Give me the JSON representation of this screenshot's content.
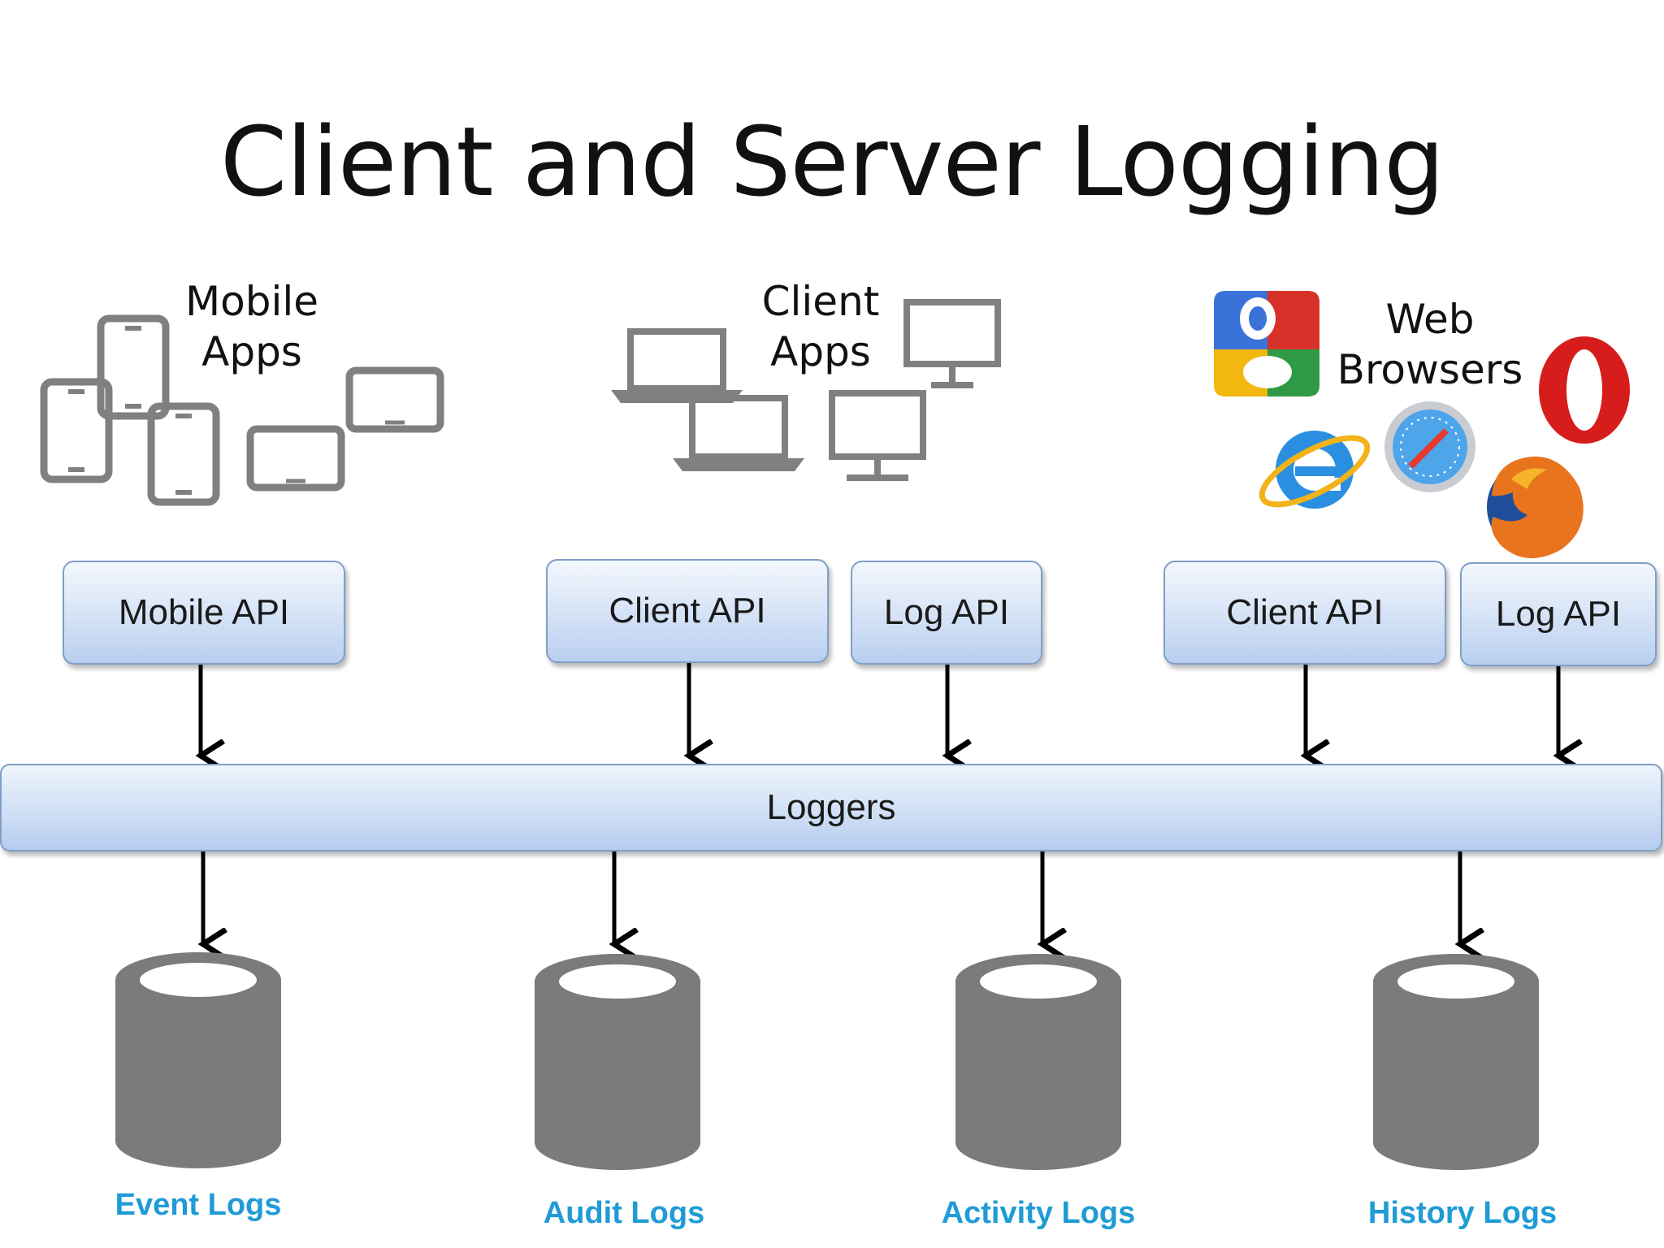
{
  "title": "Client and Server Logging",
  "groups": {
    "mobile": {
      "label_line1": "Mobile",
      "label_line2": "Apps"
    },
    "client": {
      "label_line1": "Client",
      "label_line2": "Apps"
    },
    "web": {
      "label_line1": "Web",
      "label_line2": "Browsers"
    }
  },
  "apis": {
    "mobile_api": "Mobile API",
    "client_api_1": "Client API",
    "log_api_1": "Log API",
    "client_api_2": "Client API",
    "log_api_2": "Log API"
  },
  "loggers": "Loggers",
  "stores": {
    "event": "Event Logs",
    "audit": "Audit Logs",
    "activity": "Activity Logs",
    "history": "History Logs"
  },
  "colors": {
    "device_gray": "#808080",
    "db_gray": "#7a7b7d",
    "store_label_blue": "#1f9bd6",
    "api_border": "#7f9fc7"
  }
}
